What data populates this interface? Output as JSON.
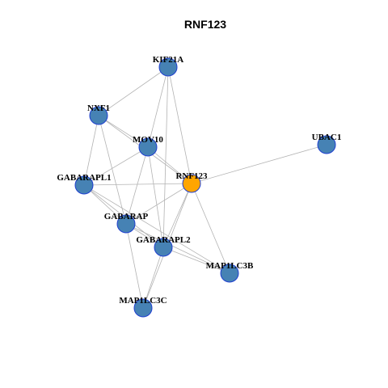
{
  "title": "RNF123",
  "colors": {
    "default_node": "#4682b4",
    "highlight_node": "#ffa500",
    "node_border": "#1f3fd0",
    "edge": "#b3b3b3"
  },
  "nodes": [
    {
      "id": "KIF21A",
      "label": "KIF21A",
      "highlight": false
    },
    {
      "id": "NXF1",
      "label": "NXF1",
      "highlight": false
    },
    {
      "id": "MOV10",
      "label": "MOV10",
      "highlight": false
    },
    {
      "id": "UBAC1",
      "label": "UBAC1",
      "highlight": false
    },
    {
      "id": "GABARAPL1",
      "label": "GABARAPL1",
      "highlight": false
    },
    {
      "id": "RNF123",
      "label": "RNF123",
      "highlight": true
    },
    {
      "id": "GABARAP",
      "label": "GABARAP",
      "highlight": false
    },
    {
      "id": "GABARAPL2",
      "label": "GABARAPL2",
      "highlight": false
    },
    {
      "id": "MAP1LC3B",
      "label": "MAP1LC3B",
      "highlight": false
    },
    {
      "id": "MAP1LC3C",
      "label": "MAP1LC3C",
      "highlight": false
    }
  ],
  "edges": [
    [
      "KIF21A",
      "NXF1"
    ],
    [
      "KIF21A",
      "MOV10"
    ],
    [
      "KIF21A",
      "RNF123"
    ],
    [
      "KIF21A",
      "GABARAPL2"
    ],
    [
      "NXF1",
      "MOV10"
    ],
    [
      "NXF1",
      "GABARAPL1"
    ],
    [
      "NXF1",
      "GABARAP"
    ],
    [
      "NXF1",
      "RNF123"
    ],
    [
      "MOV10",
      "GABARAPL1"
    ],
    [
      "MOV10",
      "RNF123"
    ],
    [
      "MOV10",
      "GABARAP"
    ],
    [
      "MOV10",
      "GABARAPL2"
    ],
    [
      "UBAC1",
      "RNF123"
    ],
    [
      "GABARAPL1",
      "RNF123"
    ],
    [
      "GABARAPL1",
      "GABARAP"
    ],
    [
      "GABARAPL1",
      "GABARAPL2"
    ],
    [
      "GABARAPL1",
      "MAP1LC3B"
    ],
    [
      "RNF123",
      "GABARAP"
    ],
    [
      "RNF123",
      "GABARAPL2"
    ],
    [
      "RNF123",
      "MAP1LC3B"
    ],
    [
      "RNF123",
      "MAP1LC3C"
    ],
    [
      "GABARAP",
      "GABARAPL2"
    ],
    [
      "GABARAP",
      "MAP1LC3B"
    ],
    [
      "GABARAP",
      "MAP1LC3C"
    ],
    [
      "GABARAPL2",
      "MAP1LC3B"
    ],
    [
      "GABARAPL2",
      "MAP1LC3C"
    ]
  ]
}
